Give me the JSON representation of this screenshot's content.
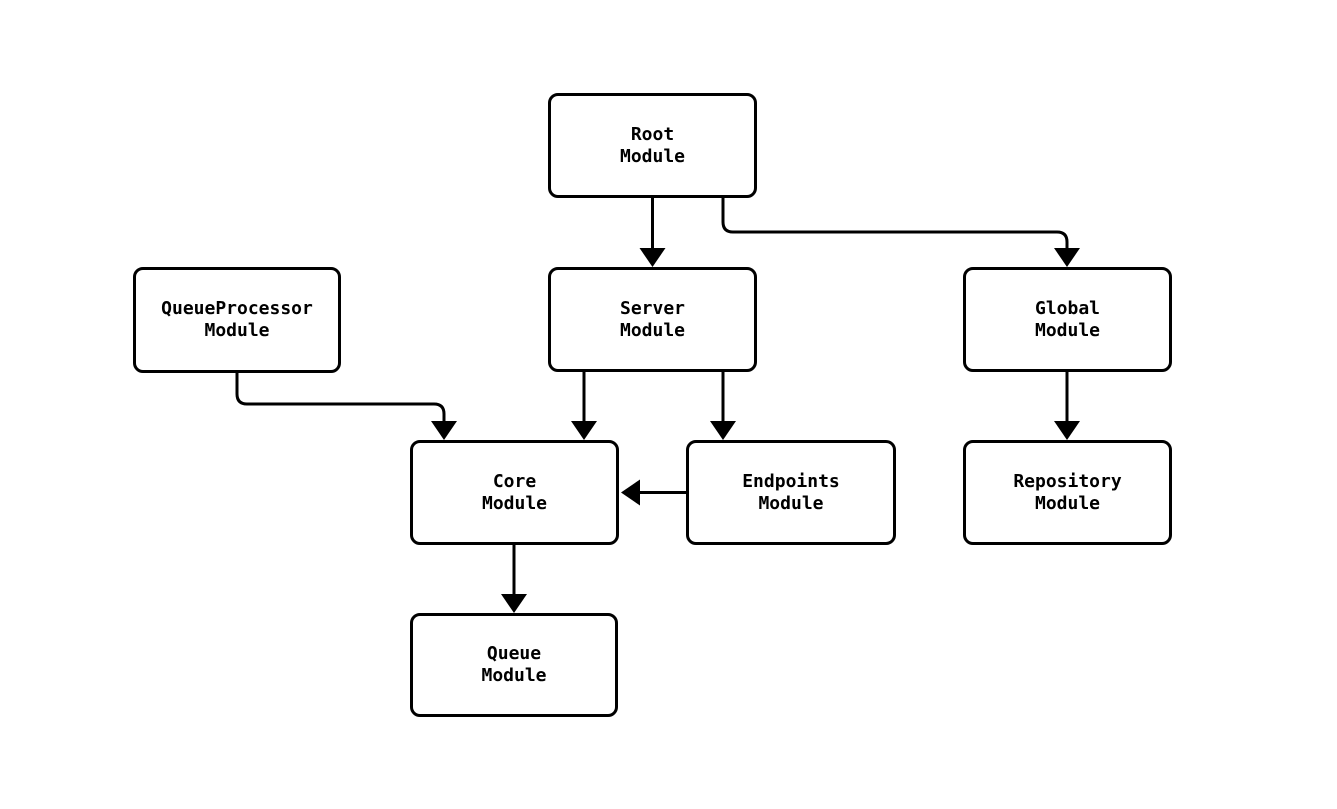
{
  "diagram": {
    "type": "module-dependency-graph",
    "background_color": "#ffffff",
    "node_fill_color": "#ffffff",
    "stroke_color": "#000000",
    "nodes": [
      {
        "id": "root",
        "label": "Root\nModule"
      },
      {
        "id": "queueprocessor",
        "label": "QueueProcessor\nModule"
      },
      {
        "id": "server",
        "label": "Server\nModule"
      },
      {
        "id": "global",
        "label": "Global\nModule"
      },
      {
        "id": "core",
        "label": "Core\nModule"
      },
      {
        "id": "endpoints",
        "label": "Endpoints\nModule"
      },
      {
        "id": "repository",
        "label": "Repository\nModule"
      },
      {
        "id": "queue",
        "label": "Queue\nModule"
      }
    ],
    "edges": [
      {
        "from": "root",
        "to": "server"
      },
      {
        "from": "root",
        "to": "global"
      },
      {
        "from": "queueprocessor",
        "to": "core"
      },
      {
        "from": "server",
        "to": "core"
      },
      {
        "from": "server",
        "to": "endpoints"
      },
      {
        "from": "endpoints",
        "to": "core"
      },
      {
        "from": "global",
        "to": "repository"
      },
      {
        "from": "core",
        "to": "queue"
      }
    ]
  }
}
